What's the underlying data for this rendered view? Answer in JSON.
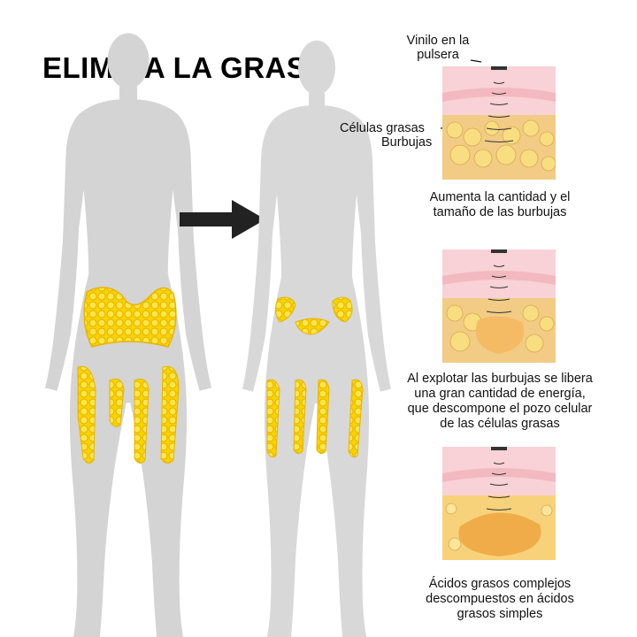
{
  "title": "ELIMINA LA GRASA",
  "labels": {
    "vinyl": [
      "Vinilo en la",
      "pulsera"
    ],
    "fat_cells": "Células grasas",
    "bubbles": "Burbujas"
  },
  "steps": [
    {
      "caption": [
        "Aumenta la cantidad y el",
        "tamaño de las burbujas"
      ]
    },
    {
      "caption": [
        "Al explotar las burbujas se libera",
        "una gran cantidad de energía,",
        "que descompone el pozo celular",
        "de las células grasas"
      ]
    },
    {
      "caption": [
        "Ácidos grasos complejos",
        "descompuestos en ácidos",
        "grasos simples"
      ]
    }
  ],
  "colors": {
    "silhouette": "#d4d4d4",
    "fat": "#f6d800",
    "fat_outline": "#e8b400",
    "skin": "#f6c9cf",
    "tissue": "#f0c987",
    "arrow": "#222222"
  }
}
